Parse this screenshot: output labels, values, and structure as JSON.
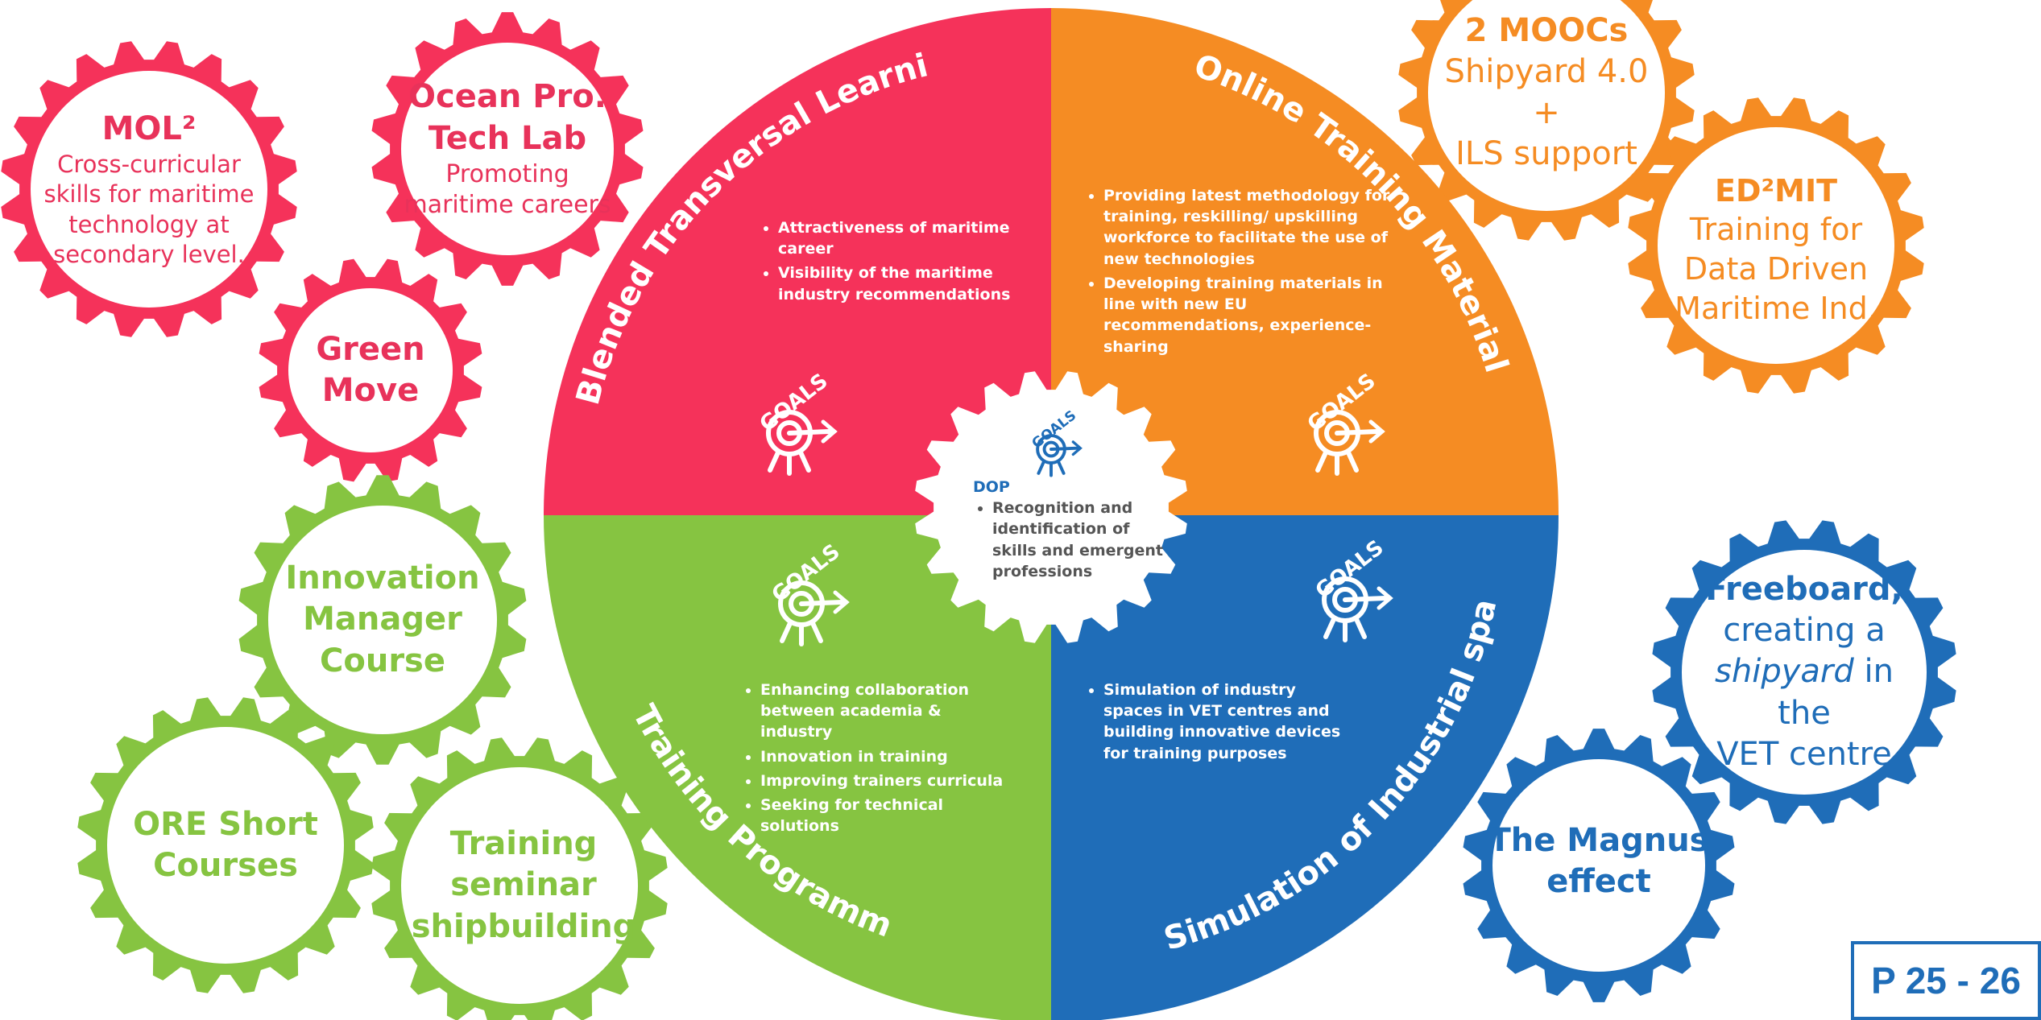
{
  "colors": {
    "red": "#f5325a",
    "orange": "#f58c23",
    "green": "#86c441",
    "blue": "#1f6db8",
    "grey": "#555555"
  },
  "quadrants": {
    "top_left": {
      "title": "Blended Transversal Learning",
      "items": [
        "Attractiveness of maritime career",
        "Visibility of the maritime industry recommendations"
      ],
      "goals_label": "GOALS"
    },
    "top_right": {
      "title": "Online Training Materials",
      "items": [
        "Providing latest methodology for training, reskilling/ upskilling workforce to facilitate the use of new technologies",
        "Developing training materials in line with new EU recommendations, experience-sharing"
      ],
      "goals_label": "GOALS"
    },
    "bottom_left": {
      "title": "Training Programmes",
      "items": [
        "Enhancing collaboration between academia & industry",
        "Innovation in training",
        "Improving trainers curricula",
        "Seeking for technical solutions"
      ],
      "goals_label": "GOALS"
    },
    "bottom_right": {
      "title": "Simulation of Industrial spaces",
      "items": [
        "Simulation of industry spaces in VET centres and building innovative devices for training purposes"
      ],
      "goals_label": "GOALS"
    }
  },
  "center": {
    "goals_label": "GOALS",
    "title": "DOP",
    "items": [
      "Recognition and identification of skills and emergent professions"
    ]
  },
  "gears": {
    "mol2": {
      "title": "MOL²",
      "text": "Cross-curricular skills for maritime technology at secondary level."
    },
    "ocean": {
      "title_line1": "Ocean Pro.",
      "title_line2": "Tech Lab",
      "text": "Promoting maritime careers"
    },
    "green_move": {
      "line1": "Green",
      "line2": "Move"
    },
    "innovation": {
      "line1": "Innovation",
      "line2": "Manager",
      "line3": "Course"
    },
    "ore": {
      "line1": "ORE Short",
      "line2": "Courses"
    },
    "training_seminar": {
      "line1": "Training",
      "line2": "seminar",
      "line3": "shipbuilding"
    },
    "moocs": {
      "title": "2 MOOCs",
      "line2": "Shipyard 4.0",
      "line3": "+",
      "line4": "ILS support"
    },
    "edmit": {
      "title": "ED²MIT",
      "line2": "Training for",
      "line3": "Data Driven",
      "line4": "Maritime Ind,"
    },
    "freeboard": {
      "title": "Freeboard,",
      "line2": "creating a",
      "line3_italic": "shipyard",
      "line3_rest": " in the",
      "line4": "VET centre"
    },
    "magnus": {
      "line1": "The Magnus",
      "line2": "effect"
    }
  },
  "page_ref": "P 25 - 26"
}
